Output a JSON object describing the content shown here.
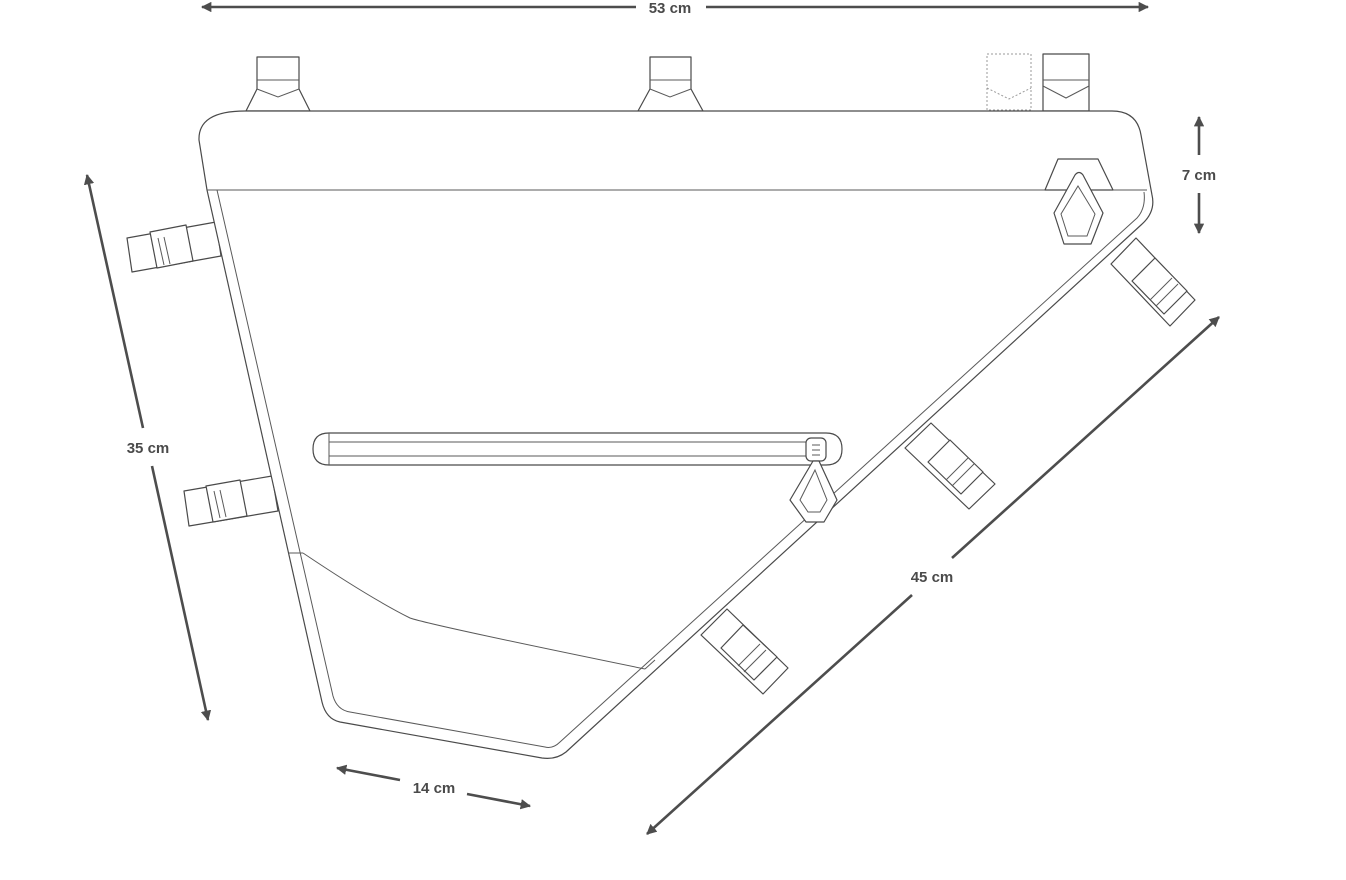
{
  "dimensions": {
    "top_width": "53 cm",
    "top_height": "7 cm",
    "left_height": "35 cm",
    "bottom_width": "14 cm",
    "diagonal_length": "45 cm"
  },
  "colors": {
    "line": "#4a4a4a",
    "dimension": "#4d4d4d",
    "background": "#ffffff"
  },
  "parts": {
    "top_straps": 3,
    "left_straps": 2,
    "diagonal_straps": 3,
    "zippers": 2
  }
}
